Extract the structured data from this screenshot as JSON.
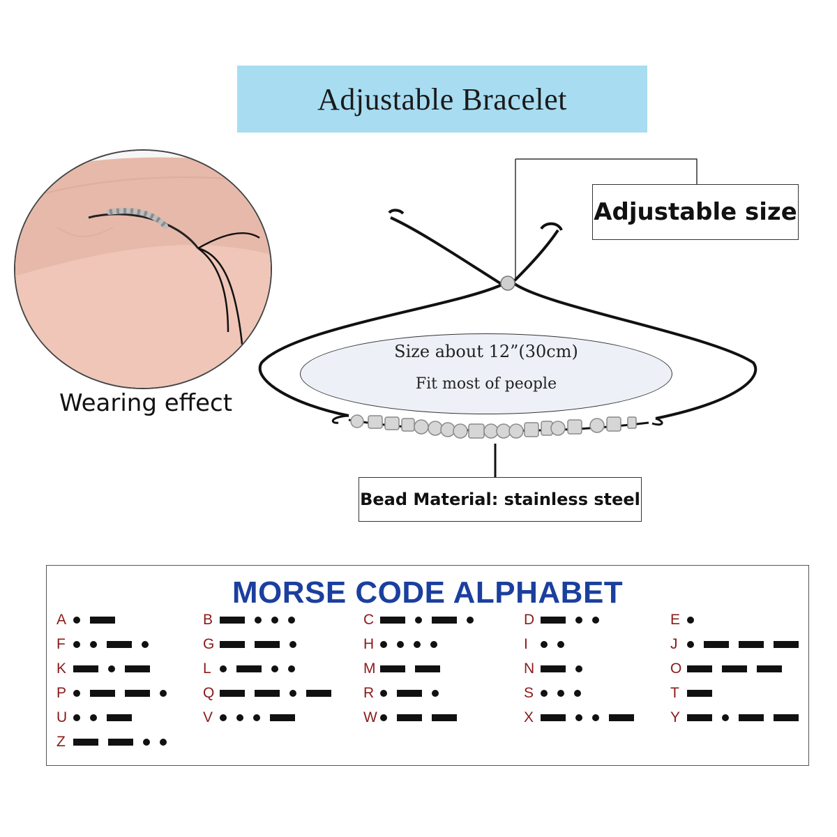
{
  "title": "Adjustable Bracelet",
  "wearing_caption": "Wearing effect",
  "adjustable_size_label": "Adjustable size",
  "size_info": {
    "line1": "Size about 12”(30cm)",
    "line2": "Fit most of people"
  },
  "material_label": "Bead Material: stainless steel",
  "morse_title": "MORSE CODE ALPHABET",
  "morse_alphabet": [
    {
      "letter": "A",
      "code": ".-"
    },
    {
      "letter": "B",
      "code": "-..."
    },
    {
      "letter": "C",
      "code": "-.-."
    },
    {
      "letter": "D",
      "code": "-.."
    },
    {
      "letter": "E",
      "code": "."
    },
    {
      "letter": "F",
      "code": "..-."
    },
    {
      "letter": "G",
      "code": "--."
    },
    {
      "letter": "H",
      "code": "...."
    },
    {
      "letter": "I",
      "code": ".."
    },
    {
      "letter": "J",
      "code": ".---"
    },
    {
      "letter": "K",
      "code": "-.-"
    },
    {
      "letter": "L",
      "code": ".-.."
    },
    {
      "letter": "M",
      "code": "--"
    },
    {
      "letter": "N",
      "code": "-."
    },
    {
      "letter": "O",
      "code": "---"
    },
    {
      "letter": "P",
      "code": ".--."
    },
    {
      "letter": "Q",
      "code": "--.-"
    },
    {
      "letter": "R",
      "code": ".-."
    },
    {
      "letter": "S",
      "code": "..."
    },
    {
      "letter": "T",
      "code": "-"
    },
    {
      "letter": "U",
      "code": "..-"
    },
    {
      "letter": "V",
      "code": "...-"
    },
    {
      "letter": "W",
      "code": ".--"
    },
    {
      "letter": "X",
      "code": "-..-"
    },
    {
      "letter": "Y",
      "code": "-.--"
    },
    {
      "letter": "Z",
      "code": "--.."
    }
  ],
  "colors": {
    "banner": "#a8dcf1",
    "morse_title": "#1b3f9e",
    "morse_letter": "#8b1a1a"
  }
}
